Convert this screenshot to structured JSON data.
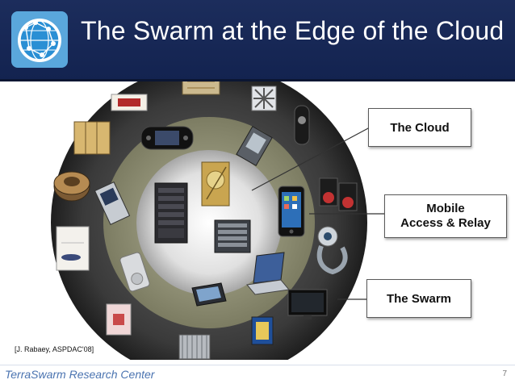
{
  "slide": {
    "title": "The Swarm at the Edge of the Cloud",
    "citation": "[J. Rabaey, ASPDAC'08]",
    "footer_brand": "TerraSwarm Research Center",
    "page_number": "7"
  },
  "callouts": {
    "cloud": "The Cloud",
    "mobile_line1": "Mobile",
    "mobile_line2": "Access & Relay",
    "swarm": "The Swarm"
  },
  "colors": {
    "header_bg": "#1c2d5c",
    "outer_ring": "#2e2e2e",
    "middle_ring": "#8a8a6e",
    "center_disc": "#e4e4e4",
    "brand_text": "#4a73b0"
  },
  "icons": [
    "globe-network-icon",
    "circuit-board-icon",
    "sensor-chip-icon",
    "metal-lattice-icon",
    "wristband-sensor-icon",
    "handheld-game-console-icon",
    "wooden-block-sensor-icon",
    "phone-handset-icon",
    "server-rack-icon",
    "gold-storage-device-icon",
    "smartphone-icon",
    "speaker-pair-icon",
    "coil-sensor-icon",
    "flip-phone-icon",
    "blade-server-icon",
    "paper-sensor-icon",
    "media-player-icon",
    "laptop-icon",
    "webcam-icon",
    "tablet-pc-icon",
    "television-icon",
    "rfid-chip-icon",
    "heatsink-icon",
    "picture-frame-icon"
  ]
}
